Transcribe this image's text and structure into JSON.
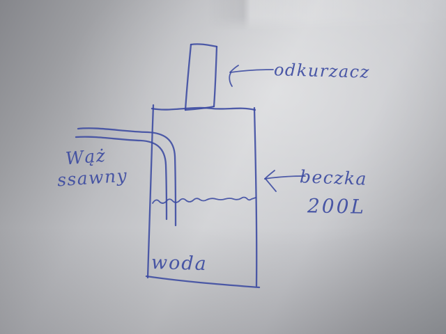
{
  "sketch": {
    "labels": {
      "odkurzacz": "odkurzacz",
      "hose_line1": "Wąż",
      "hose_line2": "ssawny",
      "beczka": "beczka",
      "capacity": "200L",
      "woda": "woda"
    }
  },
  "colors": {
    "ink": "#3a49a0",
    "paper_light": "#d2d3d6",
    "paper_mid": "#bcbdc1",
    "paper_dark": "#85868b"
  }
}
